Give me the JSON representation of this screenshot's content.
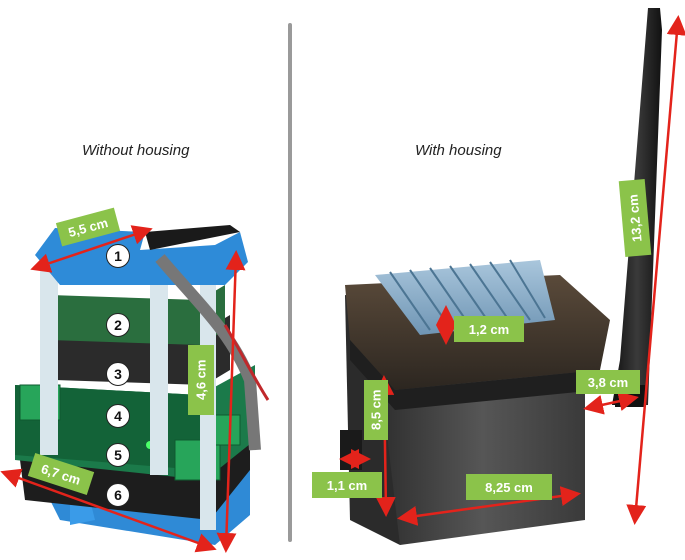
{
  "captions": {
    "left": "Without housing",
    "right": "With housing"
  },
  "left_labels": {
    "width_top": "5,5 cm",
    "height": "4,6 cm",
    "width_bottom": "6,7 cm"
  },
  "right_labels": {
    "heatsink": "1,2 cm",
    "height": "8,5 cm",
    "depth": "1,1 cm",
    "width": "8,25 cm",
    "antenna_base": "3,8 cm",
    "antenna": "13,2 cm"
  },
  "numbers": [
    "1",
    "2",
    "3",
    "4",
    "5",
    "6"
  ],
  "colors": {
    "arrow": "#e3231b",
    "label_bg": "#8bc34a",
    "board_blue": "#2e8bd8",
    "housing": "#4a4a4a"
  }
}
